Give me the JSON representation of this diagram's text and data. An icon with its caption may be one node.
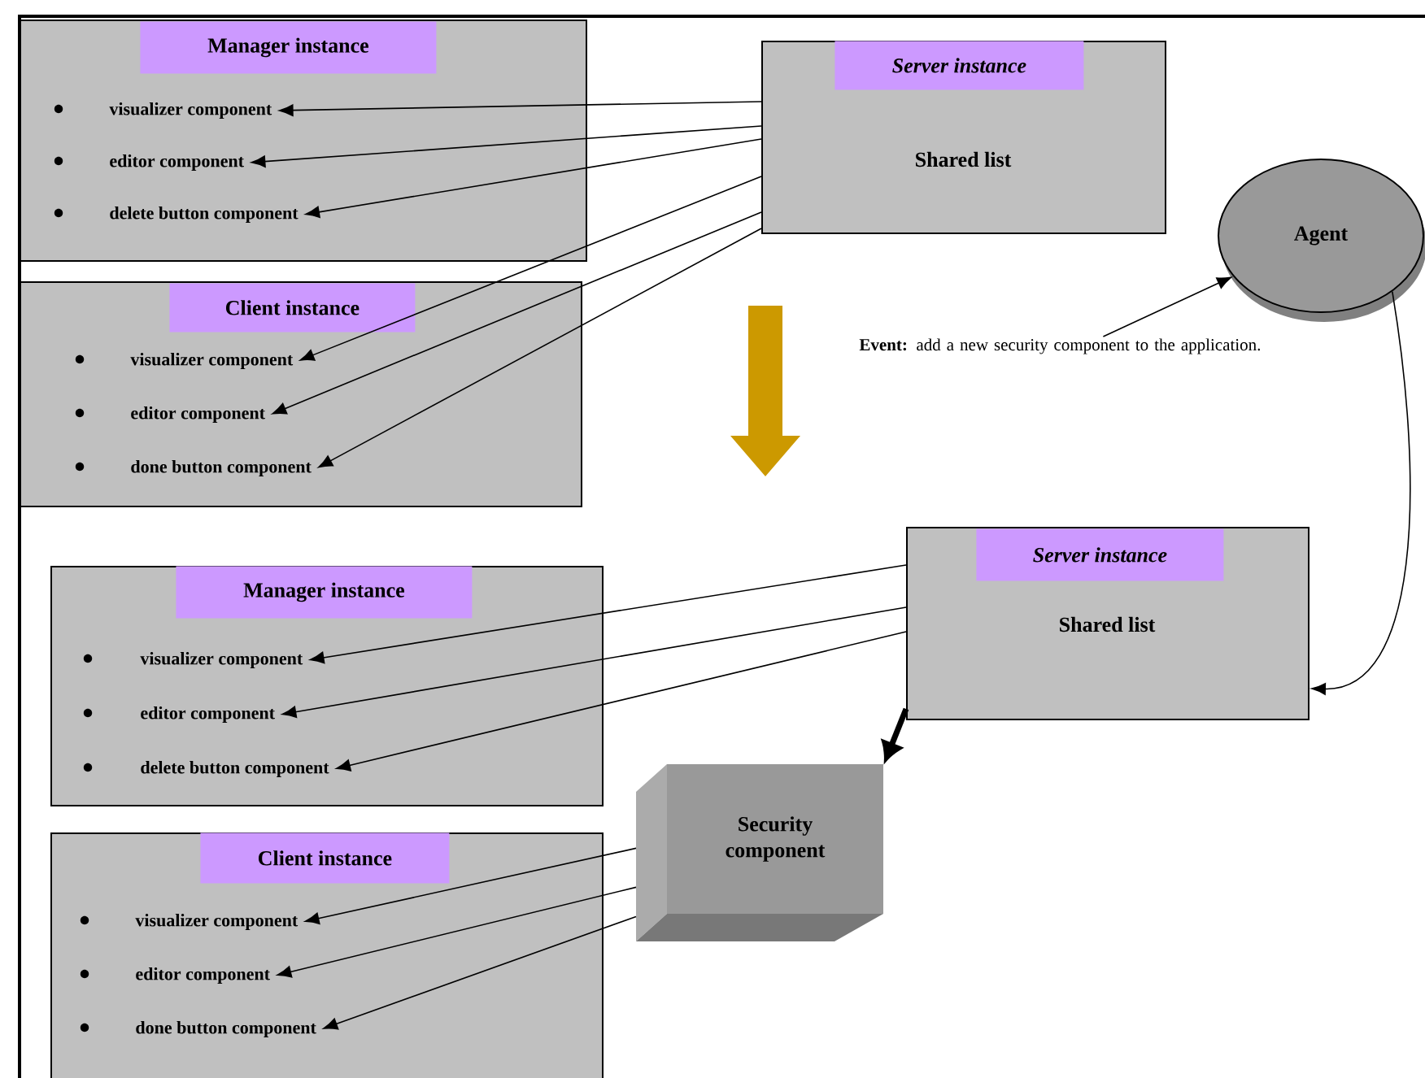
{
  "diagram": {
    "nodes": [
      {
        "text": [
          "Manager instance"
        ]
      },
      {
        "text": [
          "visualizer component"
        ],
        "in": 0
      },
      {
        "text": [
          "editor component"
        ],
        "in": 0
      },
      {
        "text": [
          "delete button component"
        ],
        "in": 0
      },
      {
        "text": [
          "Client instance"
        ]
      },
      {
        "text": [
          "visualizer component"
        ],
        "in": 4
      },
      {
        "text": [
          "editor component"
        ],
        "in": 4
      },
      {
        "text": [
          "done button component"
        ],
        "in": 4
      },
      {
        "text": [
          "Server instance",
          "Shared list"
        ]
      },
      {
        "text": [
          "Agent"
        ]
      },
      {
        "text": [
          "**Event:** add a new security component to the application."
        ]
      },
      {
        "text": [
          "Manager instance"
        ]
      },
      {
        "text": [
          "visualizer component"
        ],
        "in": 11
      },
      {
        "text": [
          "editor component"
        ],
        "in": 11
      },
      {
        "text": [
          "delete button component"
        ],
        "in": 11
      },
      {
        "text": [
          "Client instance"
        ]
      },
      {
        "text": [
          "visualizer component"
        ],
        "in": 15
      },
      {
        "text": [
          "editor component"
        ],
        "in": 15
      },
      {
        "text": [
          "done button component"
        ],
        "in": 15
      },
      {
        "text": [
          "Server instance",
          "Shared list"
        ]
      },
      {
        "text": [
          "Security component"
        ]
      }
    ],
    "edges": [
      {
        "from": 8,
        "to": 1,
        "arrow": "to"
      },
      {
        "from": 8,
        "to": 2,
        "arrow": "to"
      },
      {
        "from": 8,
        "to": 3,
        "arrow": "to"
      },
      {
        "from": 8,
        "to": 5,
        "arrow": "to"
      },
      {
        "from": 8,
        "to": 6,
        "arrow": "to"
      },
      {
        "from": 8,
        "to": 7,
        "arrow": "to"
      },
      {
        "from": 10,
        "to": 9,
        "arrow": "to"
      },
      {
        "from": 9,
        "to": 19,
        "arrow": "to"
      },
      {
        "from": 19,
        "to": 12,
        "arrow": "to"
      },
      {
        "from": 19,
        "to": 13,
        "arrow": "to"
      },
      {
        "from": 19,
        "to": 14,
        "arrow": "to"
      },
      {
        "from": 19,
        "to": 20,
        "arrow": "to",
        "style": "thick"
      },
      {
        "from": 20,
        "to": 16,
        "arrow": "to"
      },
      {
        "from": 20,
        "to": 17,
        "arrow": "to"
      },
      {
        "from": 20,
        "to": 18,
        "arrow": "to"
      }
    ]
  }
}
